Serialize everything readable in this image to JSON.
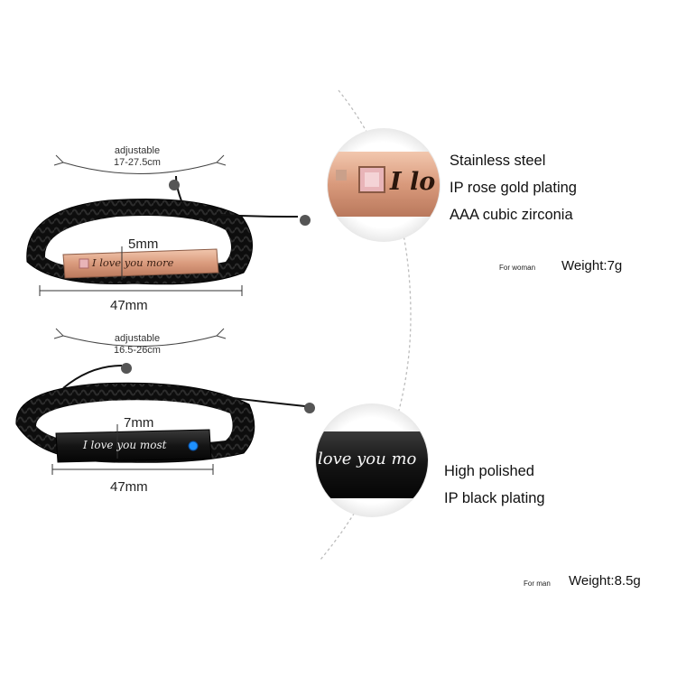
{
  "woman": {
    "adjustable_label": "adjustable",
    "adjustable_range": "17-27.5cm",
    "height_label": "5mm",
    "length_label": "47mm",
    "engraving": "I love you more",
    "engraving_closeup": "I lo",
    "specs": [
      "Stainless steel",
      "IP rose gold plating",
      "AAA cubic zirconia"
    ],
    "for_label": "For woman",
    "weight": "Weight:7g"
  },
  "man": {
    "adjustable_label": "adjustable",
    "adjustable_range": "16.5-26cm",
    "height_label": "7mm",
    "length_label": "47mm",
    "engraving": "I love you most",
    "engraving_closeup": "love you mo",
    "specs": [
      "High polished",
      "IP black plating"
    ],
    "for_label": "For man",
    "weight": "Weight:8.5g"
  },
  "colors": {
    "rose_gold": "#e3a98c",
    "black_plate": "#1a1a1a",
    "cord": "#111111",
    "blue_stone": "#1e90ff",
    "pink_stone": "#e8b4b8"
  }
}
